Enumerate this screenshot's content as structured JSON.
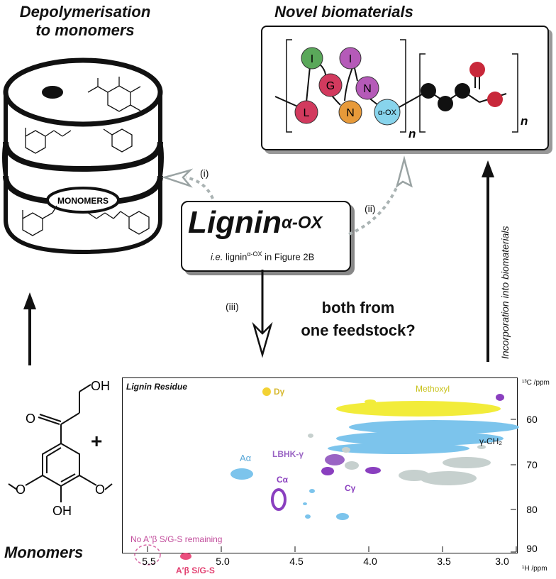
{
  "titles": {
    "depoly_line1": "Depolymerisation",
    "depoly_line2": "to monomers",
    "novel": "Novel biomaterials",
    "monomers_bottom": "Monomers"
  },
  "barrel": {
    "label": "MONOMERS"
  },
  "center": {
    "lignin_main": "Lignin",
    "lignin_sup": "α-OX",
    "ie_prefix": "i.e.",
    "ie_word": " lignin",
    "ie_sup": "α-OX",
    "ie_suffix": " in Figure 2B",
    "question_line1": "both from",
    "question_line2": "one feedstock?"
  },
  "steps": {
    "i": "(i)",
    "ii": "(ii)",
    "iii": "(iii)"
  },
  "side_text": "Incorporation into biomaterials",
  "polymer": {
    "beads": [
      "L",
      "I",
      "G",
      "N",
      "I",
      "N",
      "α-OX"
    ],
    "subscript": "n",
    "colors": {
      "green": "#5aa85a",
      "red": "#d23a5e",
      "orange": "#e79a3a",
      "purple": "#9c4fa8",
      "cyan": "#88d4ec"
    }
  },
  "monomer_molecule": {
    "oh": "OH",
    "o": "O",
    "plus": "+"
  },
  "nmr": {
    "title": "Lignin Residue",
    "y_axis_label": "¹³C /ppm",
    "x_axis_label": "¹H /ppm",
    "x_ticks": [
      "5.5",
      "5.0",
      "4.5",
      "4.0",
      "3.5",
      "3.0"
    ],
    "y_ticks": [
      "60",
      "70",
      "80",
      "90"
    ],
    "labels": {
      "d_gamma": "Dγ",
      "methoxyl": "Methoxyl",
      "gamma_ch2": "γ-CH₂",
      "a_alpha": "Aα",
      "lbhk": "LBHK-γ",
      "c_gamma": "Cγ",
      "c_alpha": "Cα",
      "no_a": "No A′′β S/G-S remaining",
      "a_prime": "A′β S/G-S"
    },
    "colors": {
      "yellow": "#f2ec3a",
      "blue": "#7cc4ec",
      "grey": "#c6d0ce",
      "purple": "#8a3fbf",
      "pink": "#ea4f7e",
      "lbhk": "#9a64c4"
    }
  }
}
